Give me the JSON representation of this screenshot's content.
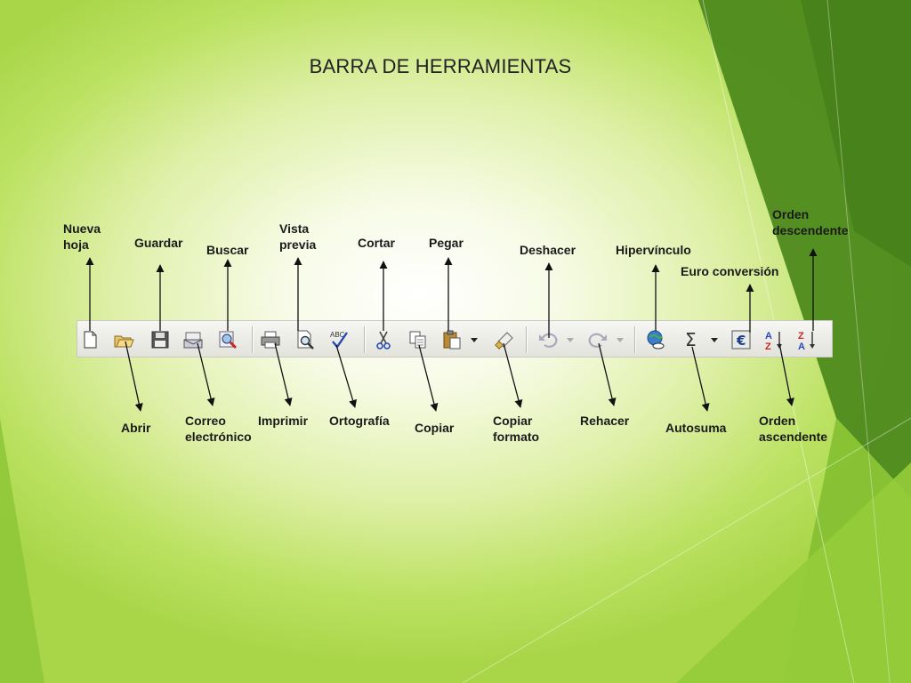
{
  "title": "BARRA DE HERRAMIENTAS",
  "colors": {
    "bg_light": "#ffffff",
    "bg_green": "#a8d648",
    "band_dark": "#4e8a1e",
    "band_mid": "#77b42c",
    "arrow": "#111111"
  },
  "top_labels": {
    "nueva_hoja": "Nueva\nhoja",
    "guardar": "Guardar",
    "buscar": "Buscar",
    "vista_previa": "Vista\nprevia",
    "cortar": "Cortar",
    "pegar": "Pegar",
    "deshacer": "Deshacer",
    "hipervinculo": "Hipervínculo",
    "euro_conversion": "Euro conversión",
    "orden_descendente": "Orden\ndescendente"
  },
  "bottom_labels": {
    "abrir": "Abrir",
    "correo": "Correo\nelectrónico",
    "imprimir": "Imprimir",
    "ortografia": "Ortografía",
    "copiar": "Copiar",
    "copiar_formato": "Copiar\nformato",
    "rehacer": "Rehacer",
    "autosuma": "Autosuma",
    "orden_ascendente": "Orden\nascendente"
  },
  "icons": {
    "nueva_hoja": "new-document-icon",
    "abrir": "open-folder-icon",
    "guardar": "floppy-disk-icon",
    "correo": "email-icon",
    "buscar": "search-icon",
    "imprimir": "printer-icon",
    "vista_previa": "print-preview-icon",
    "ortografia": "spellcheck-icon",
    "cortar": "scissors-icon",
    "copiar": "copy-icon",
    "pegar": "paste-icon",
    "copiar_formato": "format-painter-icon",
    "deshacer": "undo-icon",
    "rehacer": "redo-icon",
    "hipervinculo": "hyperlink-icon",
    "autosuma": "sigma-icon",
    "euro_conversion": "euro-icon",
    "orden_ascendente": "sort-ascending-icon",
    "orden_descendente": "sort-descending-icon"
  },
  "glyphs": {
    "spell": "ABC",
    "sigma": "Σ",
    "euro": "€",
    "sort_a": "A",
    "sort_z": "Z"
  }
}
